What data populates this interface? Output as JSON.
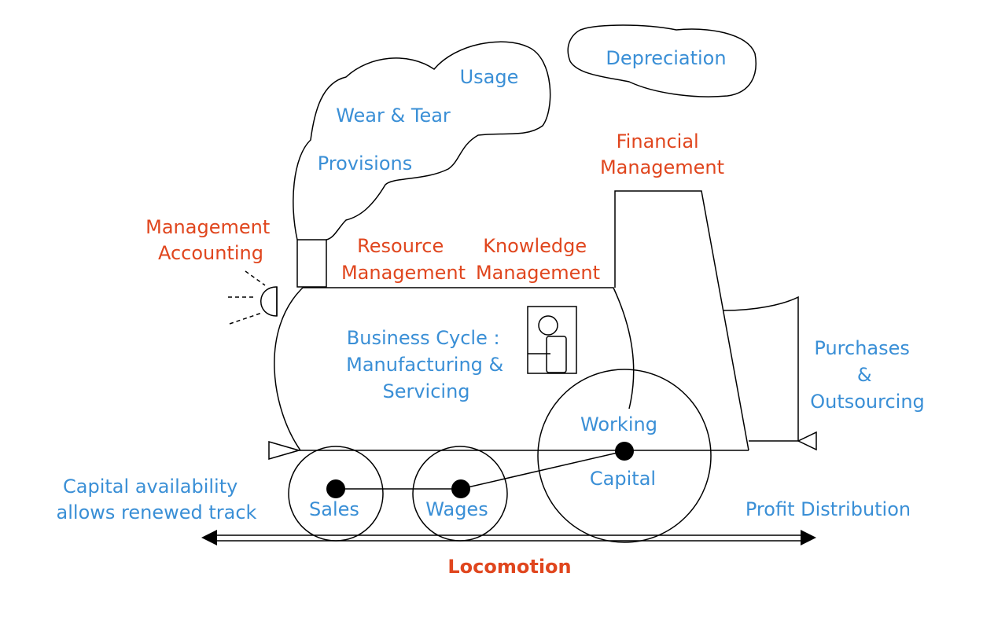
{
  "colors": {
    "label_blue": "#3a8fd6",
    "label_red": "#e0461e",
    "line": "#000000"
  },
  "smoke": {
    "usage": "Usage",
    "wear_tear": "Wear & Tear",
    "provisions": "Provisions",
    "depreciation": "Depreciation"
  },
  "headers": {
    "financial_management": [
      "Financial",
      "Management"
    ],
    "management_accounting": [
      "Management",
      "Accounting"
    ],
    "resource_management": [
      "Resource",
      "Management"
    ],
    "knowledge_management": [
      "Knowledge",
      "Management"
    ]
  },
  "body": {
    "business_cycle": [
      "Business Cycle :",
      "Manufacturing &",
      "Servicing"
    ],
    "purchases": [
      "Purchases",
      "&",
      "Outsourcing"
    ]
  },
  "wheels": {
    "sales": "Sales",
    "wages": "Wages",
    "working": "Working",
    "capital": "Capital"
  },
  "track": {
    "capital_availability": [
      "Capital availability",
      "allows renewed track"
    ],
    "profit_distribution": "Profit Distribution",
    "locomotion": "Locomotion"
  }
}
